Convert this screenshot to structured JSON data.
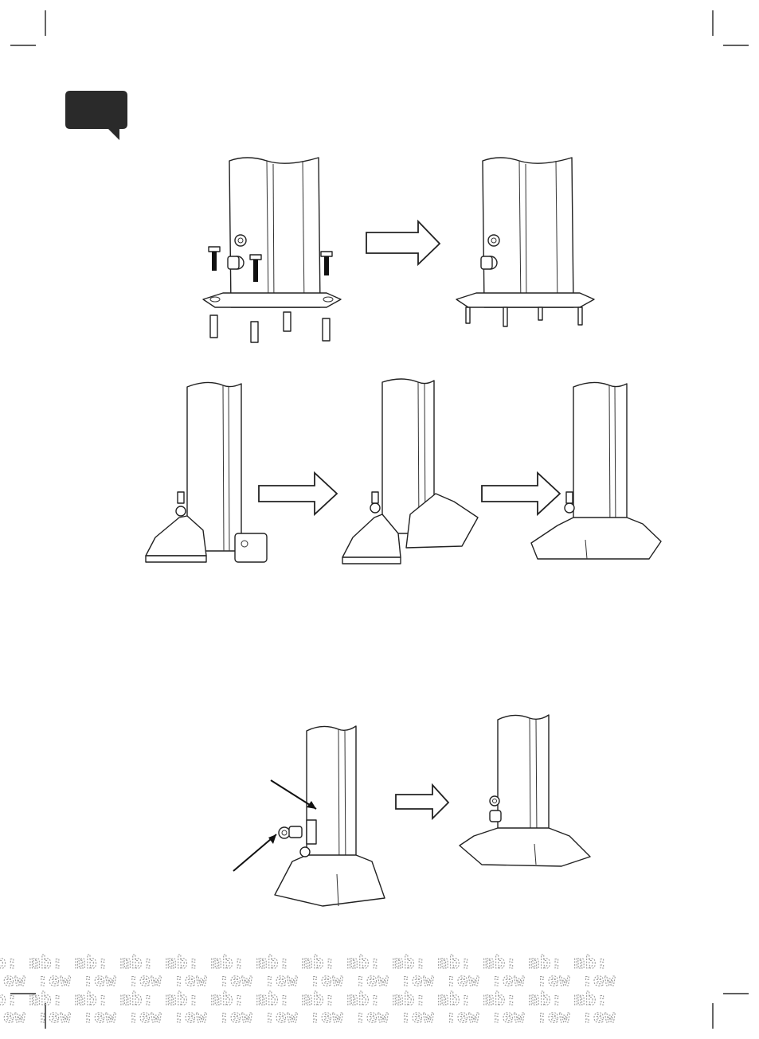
{
  "page": {
    "step_badge": {
      "color": "#2a2a2a",
      "text": ""
    },
    "crop_marks": true
  },
  "figures": [
    {
      "id": "fig-baseplate-bolts",
      "arrow": "right-arrow-icon"
    },
    {
      "id": "fig-cover-assembly",
      "arrows": [
        "right-arrow-icon",
        "right-arrow-icon"
      ]
    },
    {
      "id": "fig-knob-attachment",
      "arrow": "right-arrow-icon",
      "pointers": [
        "pointer-arrow-icon",
        "pointer-arrow-icon"
      ]
    }
  ],
  "footer": {
    "watermark": "mb:",
    "watermark_color": "#9a9a9a"
  }
}
